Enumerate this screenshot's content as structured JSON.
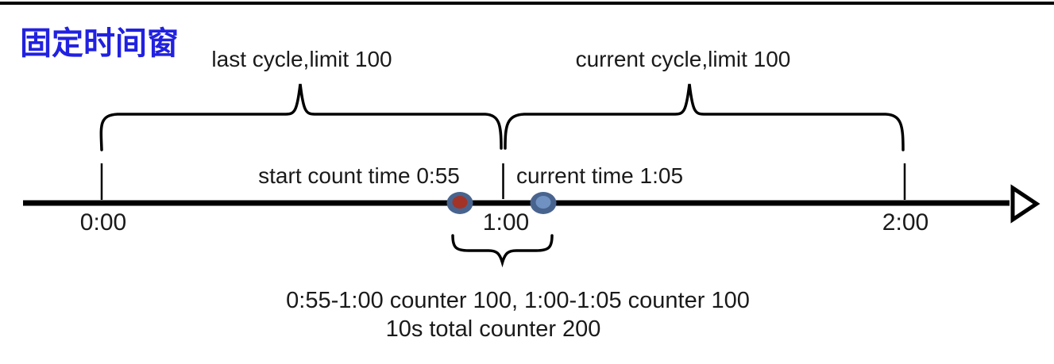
{
  "title": "固定时间窗",
  "colors": {
    "title_blue": "#2121e0",
    "text_black": "#1a1a1a",
    "line_black": "#000000",
    "dot_ring": "#48648e",
    "dot_red_fill": "#a33227",
    "dot_blue_fill": "#6f92c3"
  },
  "braces": {
    "last_cycle_label": "last cycle,limit 100",
    "current_cycle_label": "current cycle,limit 100"
  },
  "timeline": {
    "ticks": [
      "0:00",
      "1:00",
      "2:00"
    ],
    "start_count_label": "start count time 0:55",
    "current_time_label": "current time 1:05"
  },
  "annotations": {
    "counters_line": "0:55-1:00 counter 100, 1:00-1:05 counter 100",
    "total_line": "10s total counter 200"
  }
}
